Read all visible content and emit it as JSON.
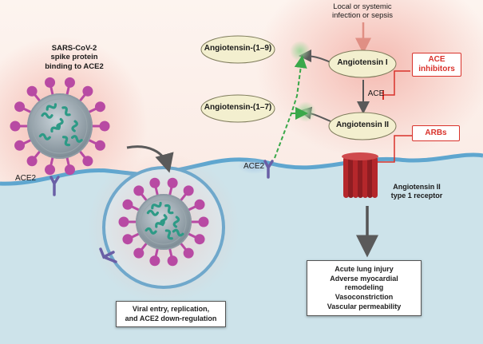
{
  "labels": {
    "virus_caption": [
      "SARS-CoV-2",
      "spike protein",
      "binding to ACE2"
    ],
    "ace2_left": "ACE2",
    "ace2_mid": "ACE2",
    "infection": [
      "Local or systemic",
      "infection or sepsis"
    ],
    "ang19": "Angiotensin-(1–9)",
    "ang17": "Angiotensin-(1–7)",
    "ang1": "Angiotensin I",
    "ang2": "Angiotensin II",
    "ace": "ACE",
    "receptor": [
      "Angiotensin II",
      "type 1 receptor"
    ]
  },
  "inhibitors": {
    "ace_inhibitors": [
      "ACE",
      "inhibitors"
    ],
    "arbs": "ARBs"
  },
  "boxes": {
    "viral_entry": [
      "Viral entry, replication,",
      "and ACE2 down-regulation"
    ],
    "effects": [
      "Acute lung injury",
      "Adverse myocardial",
      "remodeling",
      "Vasoconstriction",
      "Vascular permeability"
    ]
  },
  "colors": {
    "virus_membrane": "#8c9aa3",
    "spike": "#b84aa3",
    "rna": "#2d9a86",
    "ellipse_fill": "#f3efcf",
    "inhibitor_red": "#d9322b",
    "receptor_red": "#b5272b",
    "ace2_purple": "#6a5fa6",
    "membrane_blue": "#5fa6cf",
    "cytoplasm": "#cde3ea"
  }
}
